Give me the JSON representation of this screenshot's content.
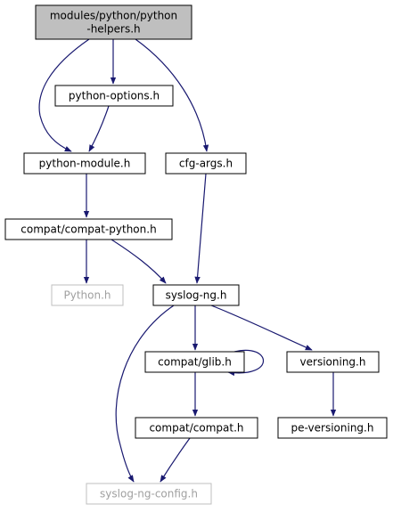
{
  "diagram": {
    "title": "",
    "nodes": [
      {
        "id": "helpers",
        "lines": [
          "modules/python/python",
          "-helpers.h"
        ],
        "fill": "#bfbfbf",
        "stroke": "#000000",
        "text_color": "#000000"
      },
      {
        "id": "options",
        "lines": [
          "python-options.h"
        ],
        "fill": "#ffffff",
        "stroke": "#000000",
        "text_color": "#000000"
      },
      {
        "id": "module",
        "lines": [
          "python-module.h"
        ],
        "fill": "#ffffff",
        "stroke": "#000000",
        "text_color": "#000000"
      },
      {
        "id": "cfgargs",
        "lines": [
          "cfg-args.h"
        ],
        "fill": "#ffffff",
        "stroke": "#000000",
        "text_color": "#000000"
      },
      {
        "id": "compatpython",
        "lines": [
          "compat/compat-python.h"
        ],
        "fill": "#ffffff",
        "stroke": "#000000",
        "text_color": "#000000"
      },
      {
        "id": "python",
        "lines": [
          "Python.h"
        ],
        "fill": "#ffffff",
        "stroke": "#bfbfbf",
        "text_color": "#a0a0a0"
      },
      {
        "id": "syslogng",
        "lines": [
          "syslog-ng.h"
        ],
        "fill": "#ffffff",
        "stroke": "#000000",
        "text_color": "#000000"
      },
      {
        "id": "glib",
        "lines": [
          "compat/glib.h"
        ],
        "fill": "#ffffff",
        "stroke": "#000000",
        "text_color": "#000000"
      },
      {
        "id": "versioning",
        "lines": [
          "versioning.h"
        ],
        "fill": "#ffffff",
        "stroke": "#000000",
        "text_color": "#000000"
      },
      {
        "id": "compat",
        "lines": [
          "compat/compat.h"
        ],
        "fill": "#ffffff",
        "stroke": "#000000",
        "text_color": "#000000"
      },
      {
        "id": "peversioning",
        "lines": [
          "pe-versioning.h"
        ],
        "fill": "#ffffff",
        "stroke": "#000000",
        "text_color": "#000000"
      },
      {
        "id": "config",
        "lines": [
          "syslog-ng-config.h"
        ],
        "fill": "#ffffff",
        "stroke": "#bfbfbf",
        "text_color": "#a0a0a0"
      }
    ],
    "edges": [
      [
        "helpers",
        "options"
      ],
      [
        "helpers",
        "module"
      ],
      [
        "helpers",
        "cfgargs"
      ],
      [
        "options",
        "module"
      ],
      [
        "module",
        "compatpython"
      ],
      [
        "compatpython",
        "python"
      ],
      [
        "compatpython",
        "syslogng"
      ],
      [
        "cfgargs",
        "syslogng"
      ],
      [
        "syslogng",
        "glib"
      ],
      [
        "syslogng",
        "versioning"
      ],
      [
        "syslogng",
        "config"
      ],
      [
        "glib",
        "glib"
      ],
      [
        "glib",
        "compat"
      ],
      [
        "versioning",
        "peversioning"
      ],
      [
        "compat",
        "config"
      ]
    ],
    "edge_color": "#191970"
  }
}
